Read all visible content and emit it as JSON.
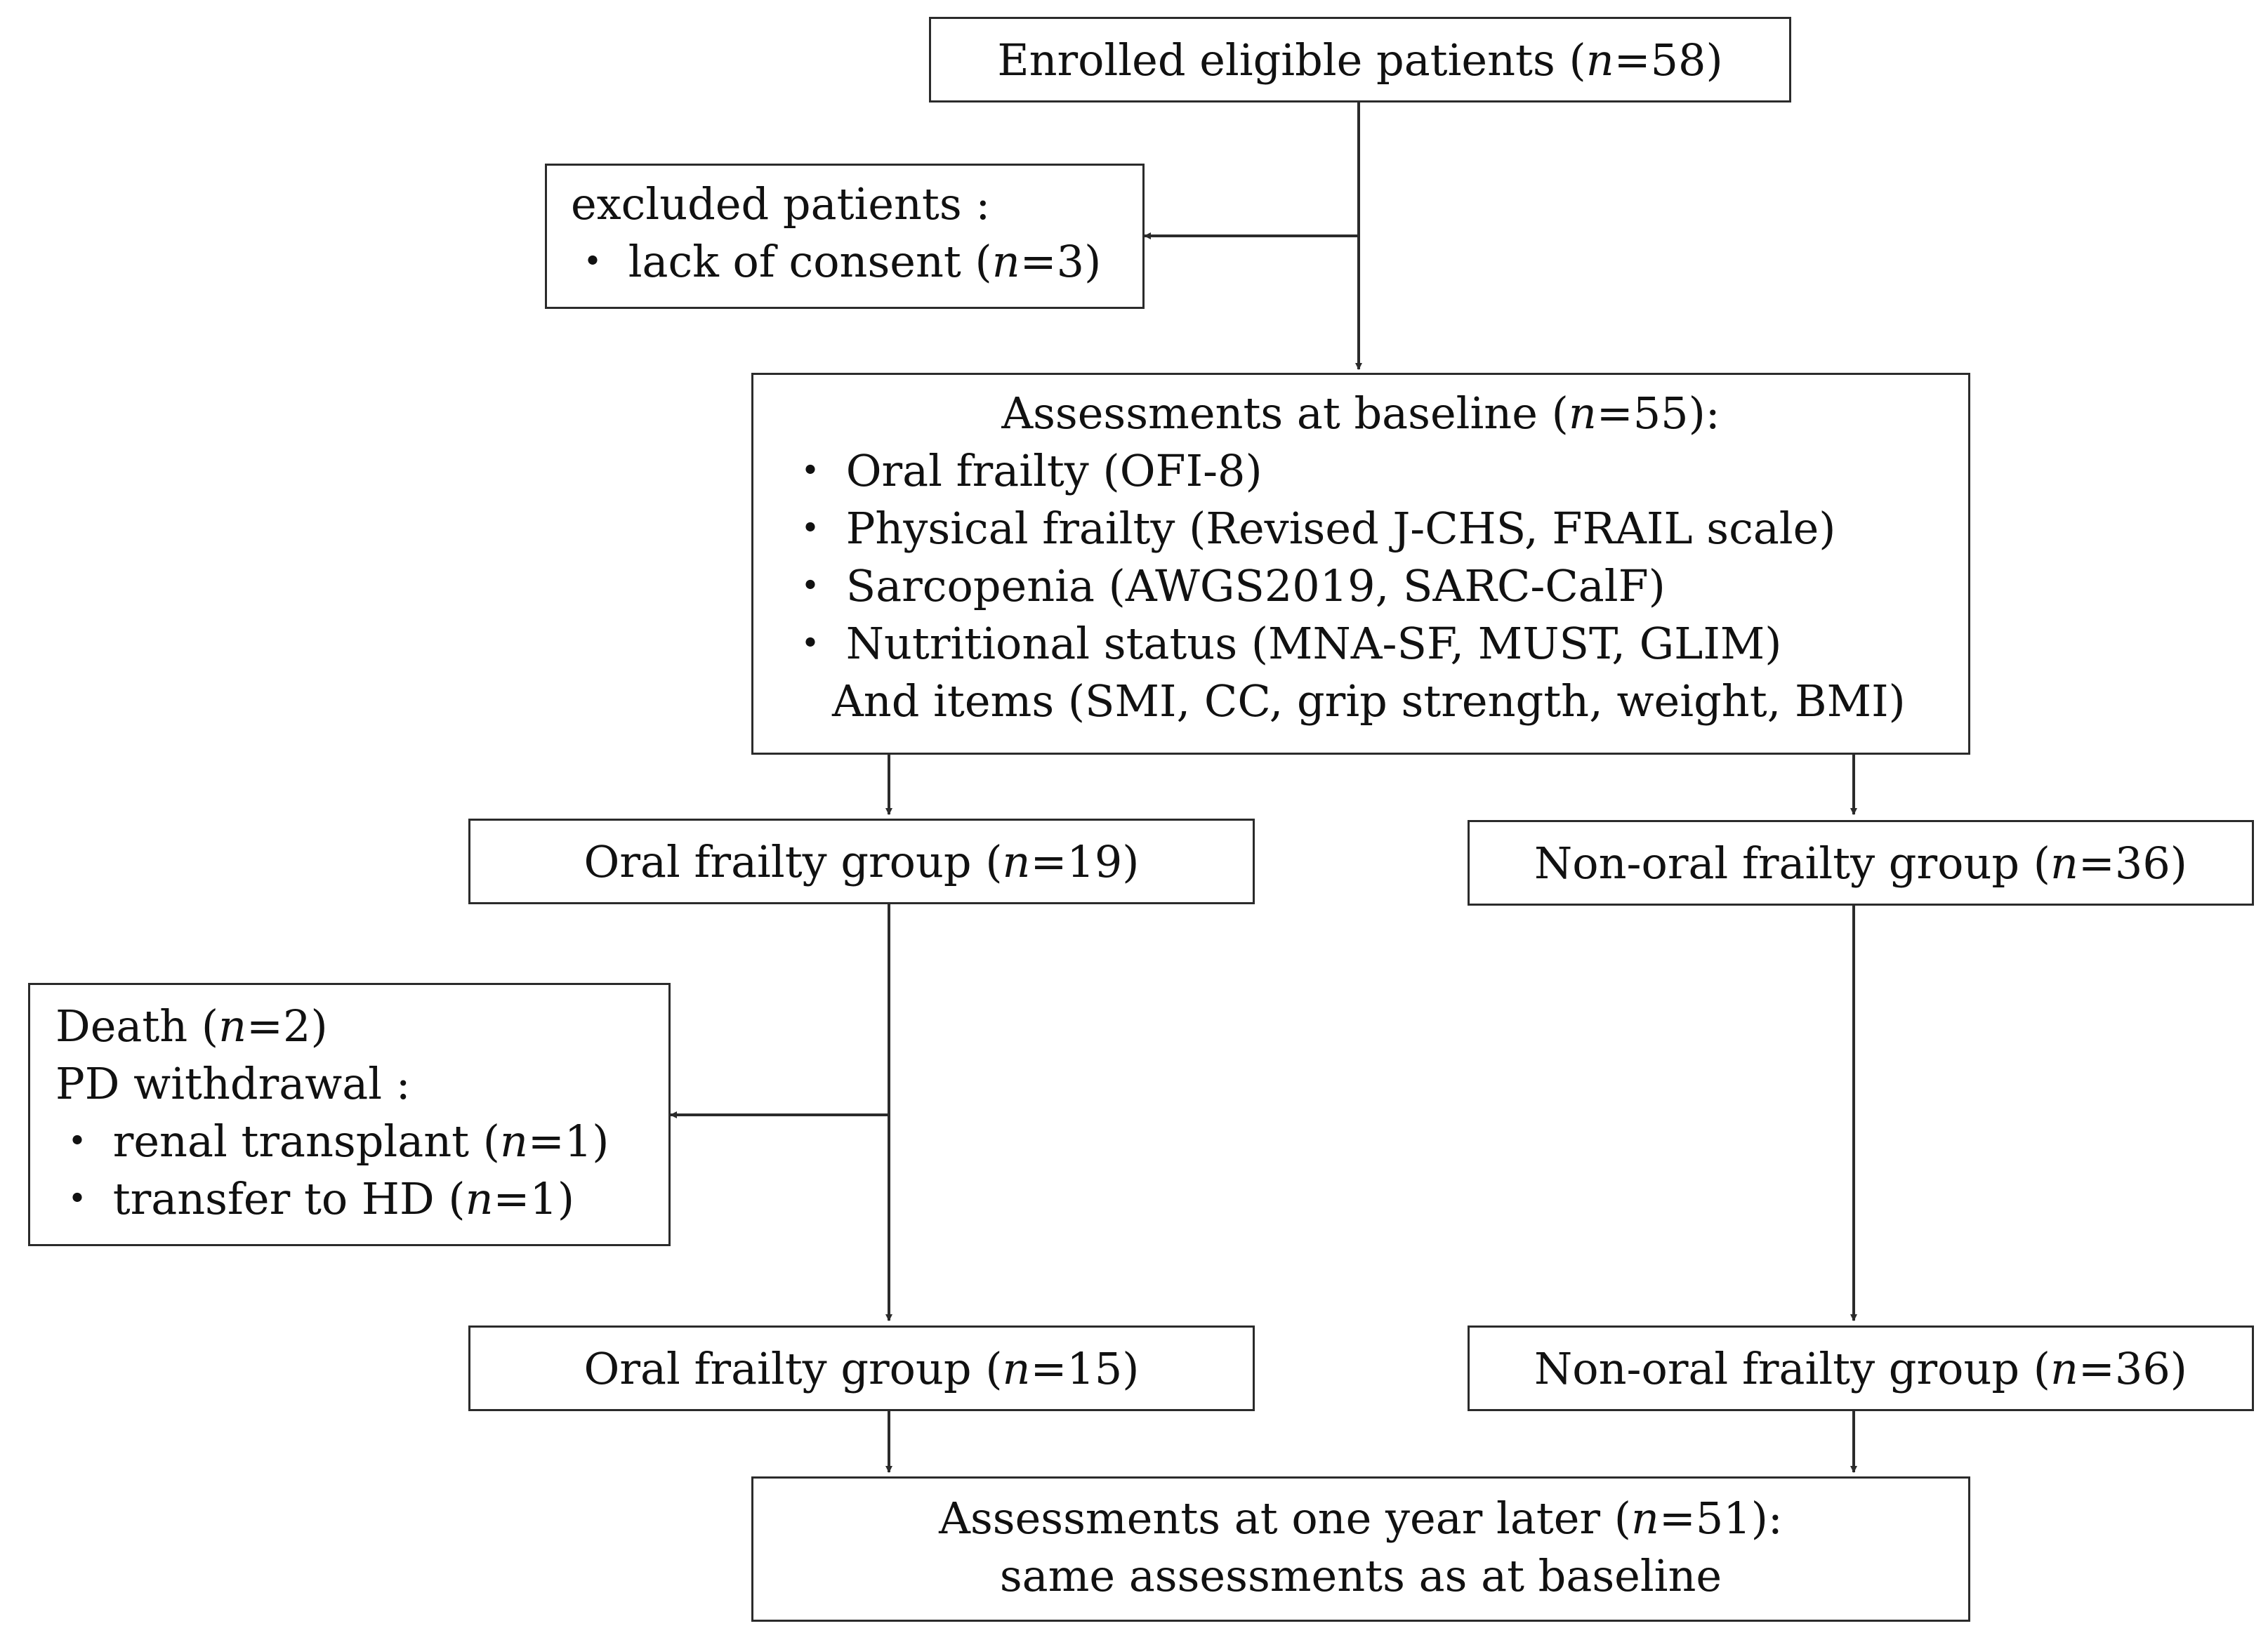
{
  "nodes": {
    "enrolled": {
      "lines": [
        {
          "pre": "Enrolled eligible patients (",
          "n": "n",
          "post": "=58)"
        }
      ]
    },
    "excluded": {
      "title": "excluded patients :",
      "bullets": [
        {
          "pre": "lack of consent (",
          "n": "n",
          "post": "=3)"
        }
      ]
    },
    "baseline": {
      "title": {
        "pre": "Assessments at baseline (",
        "n": "n",
        "post": "=55):"
      },
      "bullets": [
        "Oral frailty (OFI-8)",
        "Physical frailty (Revised J-CHS, FRAIL scale)",
        "Sarcopenia (AWGS2019, SARC-CalF)",
        "Nutritional status (MNA-SF, MUST, GLIM)"
      ],
      "extra": "And items (SMI, CC, grip strength, weight, BMI)"
    },
    "oral_1": {
      "pre": "Oral frailty group (",
      "n": "n",
      "post": "=19)"
    },
    "nonoral_1": {
      "pre": "Non-oral frailty group (",
      "n": "n",
      "post": "=36)"
    },
    "withdrawn": {
      "line1": {
        "pre": "Death (",
        "n": "n",
        "post": "=2)"
      },
      "line2": "PD withdrawal :",
      "bullets": [
        {
          "pre": "renal transplant (",
          "n": "n",
          "post": "=1)"
        },
        {
          "pre": "transfer to HD (",
          "n": "n",
          "post": "=1)"
        }
      ]
    },
    "oral_2": {
      "pre": "Oral frailty group (",
      "n": "n",
      "post": "=15)"
    },
    "nonoral_2": {
      "pre": "Non-oral frailty group (",
      "n": "n",
      "post": "=36)"
    },
    "followup": {
      "line1": {
        "pre": "Assessments at one year later (",
        "n": "n",
        "post": "=51):"
      },
      "line2": "same assessments as at baseline"
    }
  },
  "style": {
    "stroke": "#2b2b2b",
    "text": "#111111",
    "background": "#ffffff"
  }
}
